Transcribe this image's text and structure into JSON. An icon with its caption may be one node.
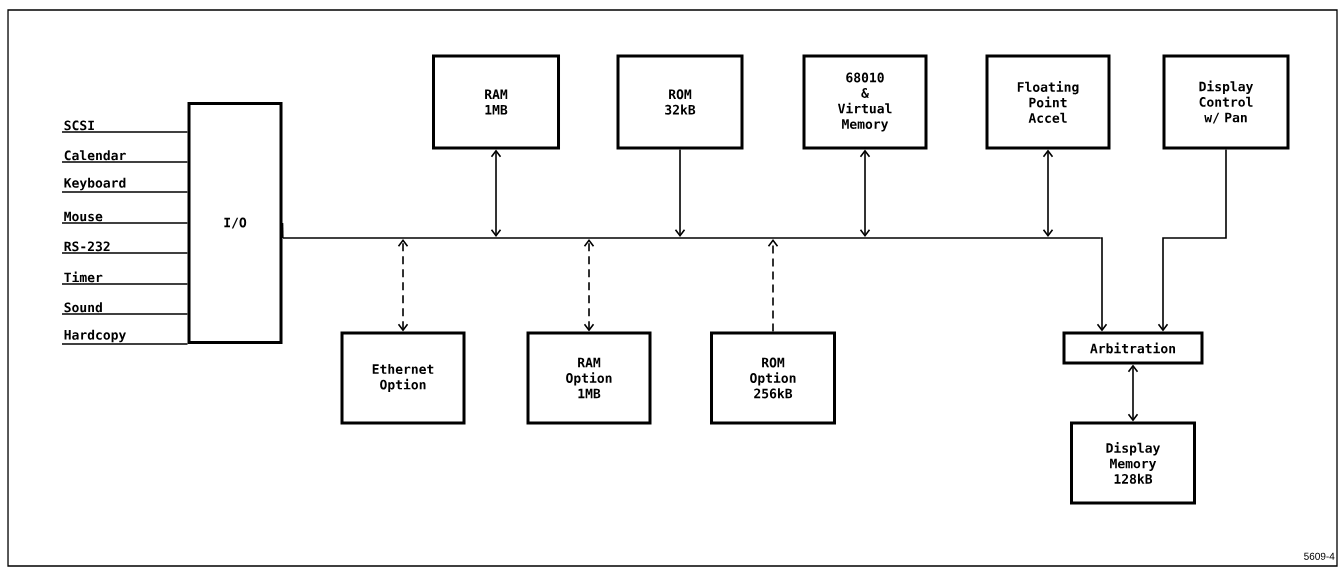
{
  "diagram": {
    "nodes": [
      {
        "text": [
          "SCSI"
        ]
      },
      {
        "text": [
          "Calendar"
        ]
      },
      {
        "text": [
          "Keyboard"
        ]
      },
      {
        "text": [
          "Mouse"
        ]
      },
      {
        "text": [
          "RS-232"
        ]
      },
      {
        "text": [
          "Timer"
        ]
      },
      {
        "text": [
          "Sound"
        ]
      },
      {
        "text": [
          "Hardcopy"
        ]
      },
      {
        "text": [
          "I/O"
        ]
      },
      {
        "text": [
          "RAM 1MB"
        ]
      },
      {
        "text": [
          "ROM 32kB"
        ]
      },
      {
        "text": [
          "68010 & Virtual Memory"
        ]
      },
      {
        "text": [
          "Floating Point Accel"
        ]
      },
      {
        "text": [
          "Display Control w/ Pan"
        ]
      },
      {
        "text": [],
        "shape": "bar"
      },
      {
        "text": [
          "Ethernet Option"
        ]
      },
      {
        "text": [
          "RAM Option 1MB"
        ]
      },
      {
        "text": [
          "ROM Option 256kB"
        ]
      },
      {
        "text": [
          "Arbitration"
        ]
      },
      {
        "text": [
          "Display Memory 128kB"
        ]
      }
    ],
    "edges": [
      {
        "from": 0,
        "to": 8,
        "arrow": "none"
      },
      {
        "from": 1,
        "to": 8,
        "arrow": "none"
      },
      {
        "from": 2,
        "to": 8,
        "arrow": "none"
      },
      {
        "from": 3,
        "to": 8,
        "arrow": "none"
      },
      {
        "from": 4,
        "to": 8,
        "arrow": "none"
      },
      {
        "from": 5,
        "to": 8,
        "arrow": "none"
      },
      {
        "from": 6,
        "to": 8,
        "arrow": "none"
      },
      {
        "from": 7,
        "to": 8,
        "arrow": "none"
      },
      {
        "from": 8,
        "to": 14,
        "arrow": "none"
      },
      {
        "from": 9,
        "to": 14,
        "arrow": "both"
      },
      {
        "from": 10,
        "to": 14,
        "arrow": "to"
      },
      {
        "from": 11,
        "to": 14,
        "arrow": "both"
      },
      {
        "from": 12,
        "to": 14,
        "arrow": "both"
      },
      {
        "from": 15,
        "to": 14,
        "arrow": "both",
        "style": "dashed"
      },
      {
        "from": 16,
        "to": 14,
        "arrow": "both",
        "style": "dashed"
      },
      {
        "from": 17,
        "to": 14,
        "arrow": "to",
        "style": "dashed"
      },
      {
        "from": 14,
        "to": 18,
        "arrow": "to"
      },
      {
        "from": 13,
        "to": 18,
        "arrow": "to"
      },
      {
        "from": 18,
        "to": 19,
        "arrow": "both"
      }
    ],
    "labels": [
      "5609-4"
    ]
  }
}
